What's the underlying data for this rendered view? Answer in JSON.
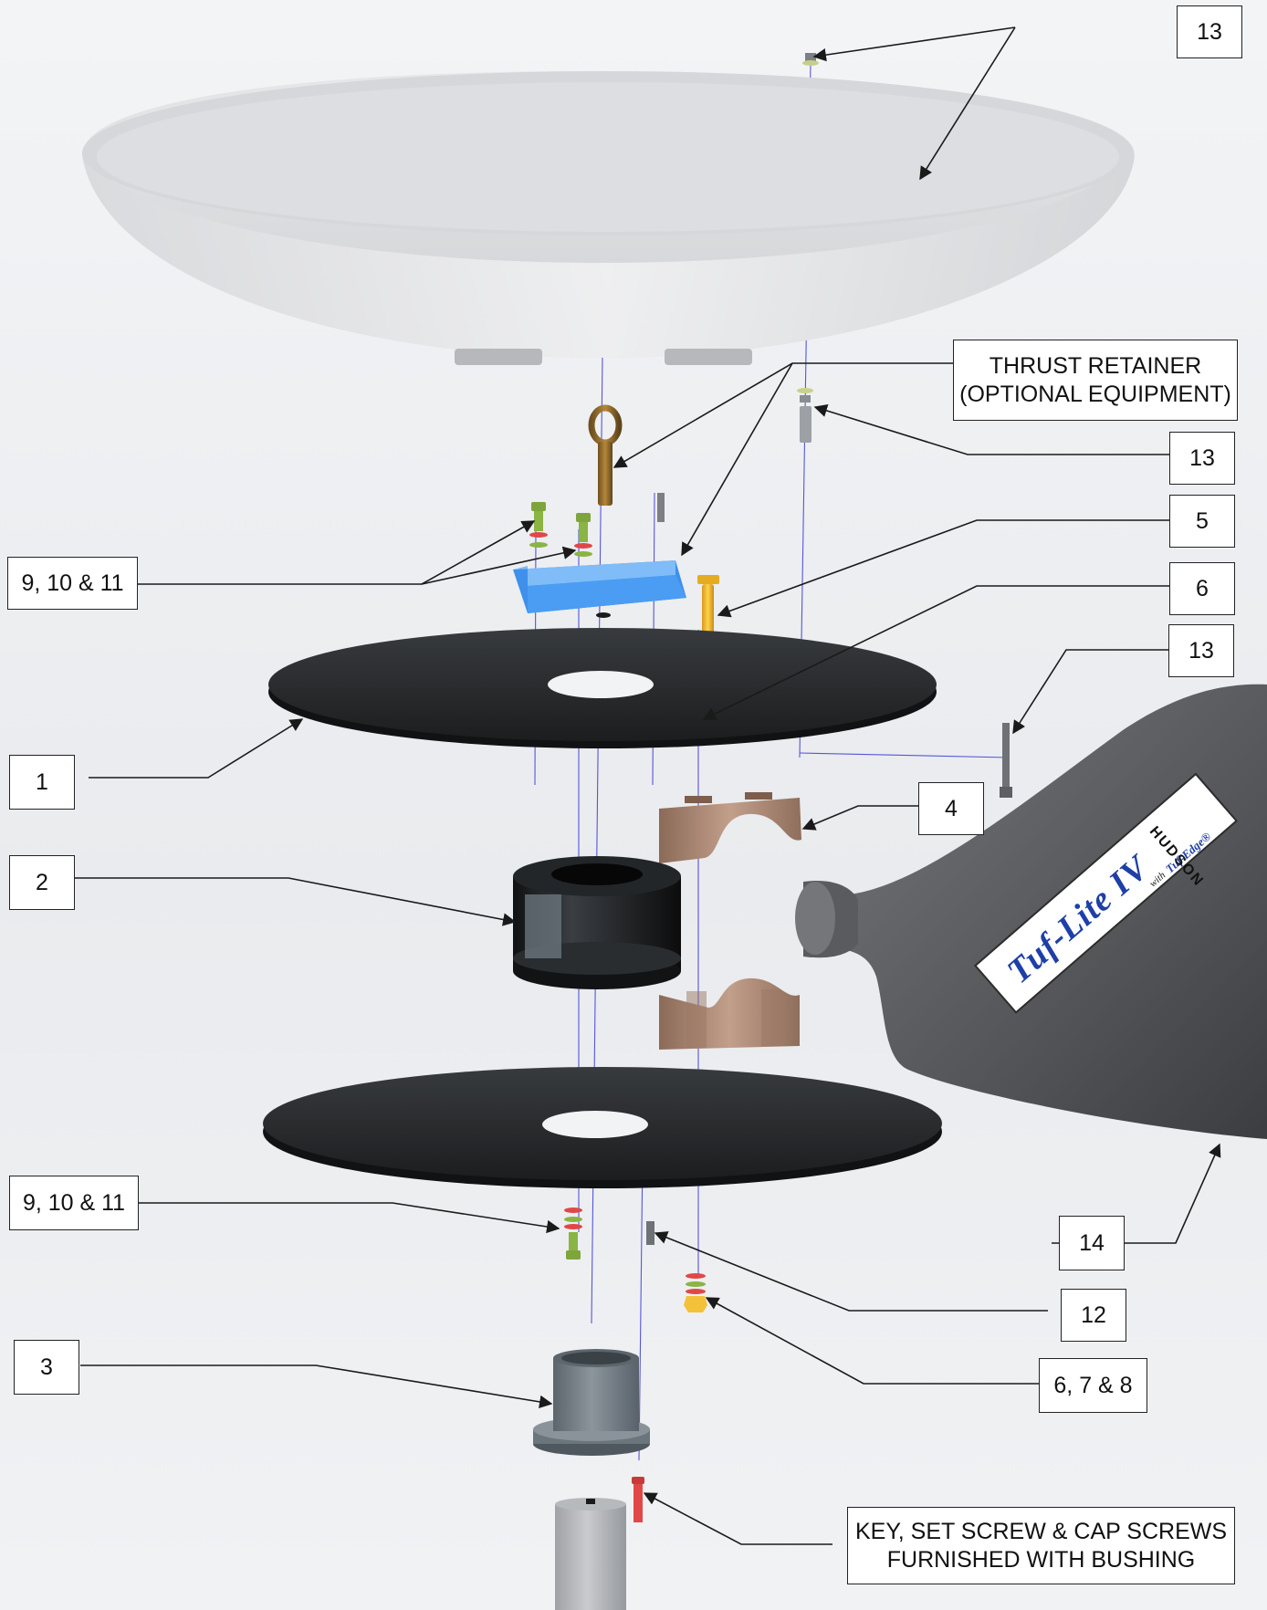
{
  "callouts": {
    "c13_top": "13",
    "c_thrust": "THRUST RETAINER\n(OPTIONAL EQUIPMENT)",
    "c13_mid": "13",
    "c5": "5",
    "c6": "6",
    "c13_low": "13",
    "c9_10_11_top": "9, 10 & 11",
    "c1": "1",
    "c4": "4",
    "c2": "2",
    "c9_10_11_low": "9, 10 & 11",
    "c14": "14",
    "c12": "12",
    "c6_7_8": "6, 7 & 8",
    "c3": "3",
    "c_key": "KEY, SET SCREW & CAP SCREWS\nFURNISHED WITH BUSHING"
  },
  "blade_label": {
    "brand": "Tuf-Lite IV",
    "with_text": "with",
    "edge_text": "Tuf-Edge®",
    "maker": "HUDSON"
  },
  "colors": {
    "leader": "#1a1a1a",
    "axis_line": "#3b3bd6",
    "thrust_retainer": "#4a9df2",
    "plate": "#26282a",
    "bushing": "#7d878f",
    "clamp": "#a78370",
    "blade": "#5e5f61",
    "cap_screw": "#e04848"
  }
}
